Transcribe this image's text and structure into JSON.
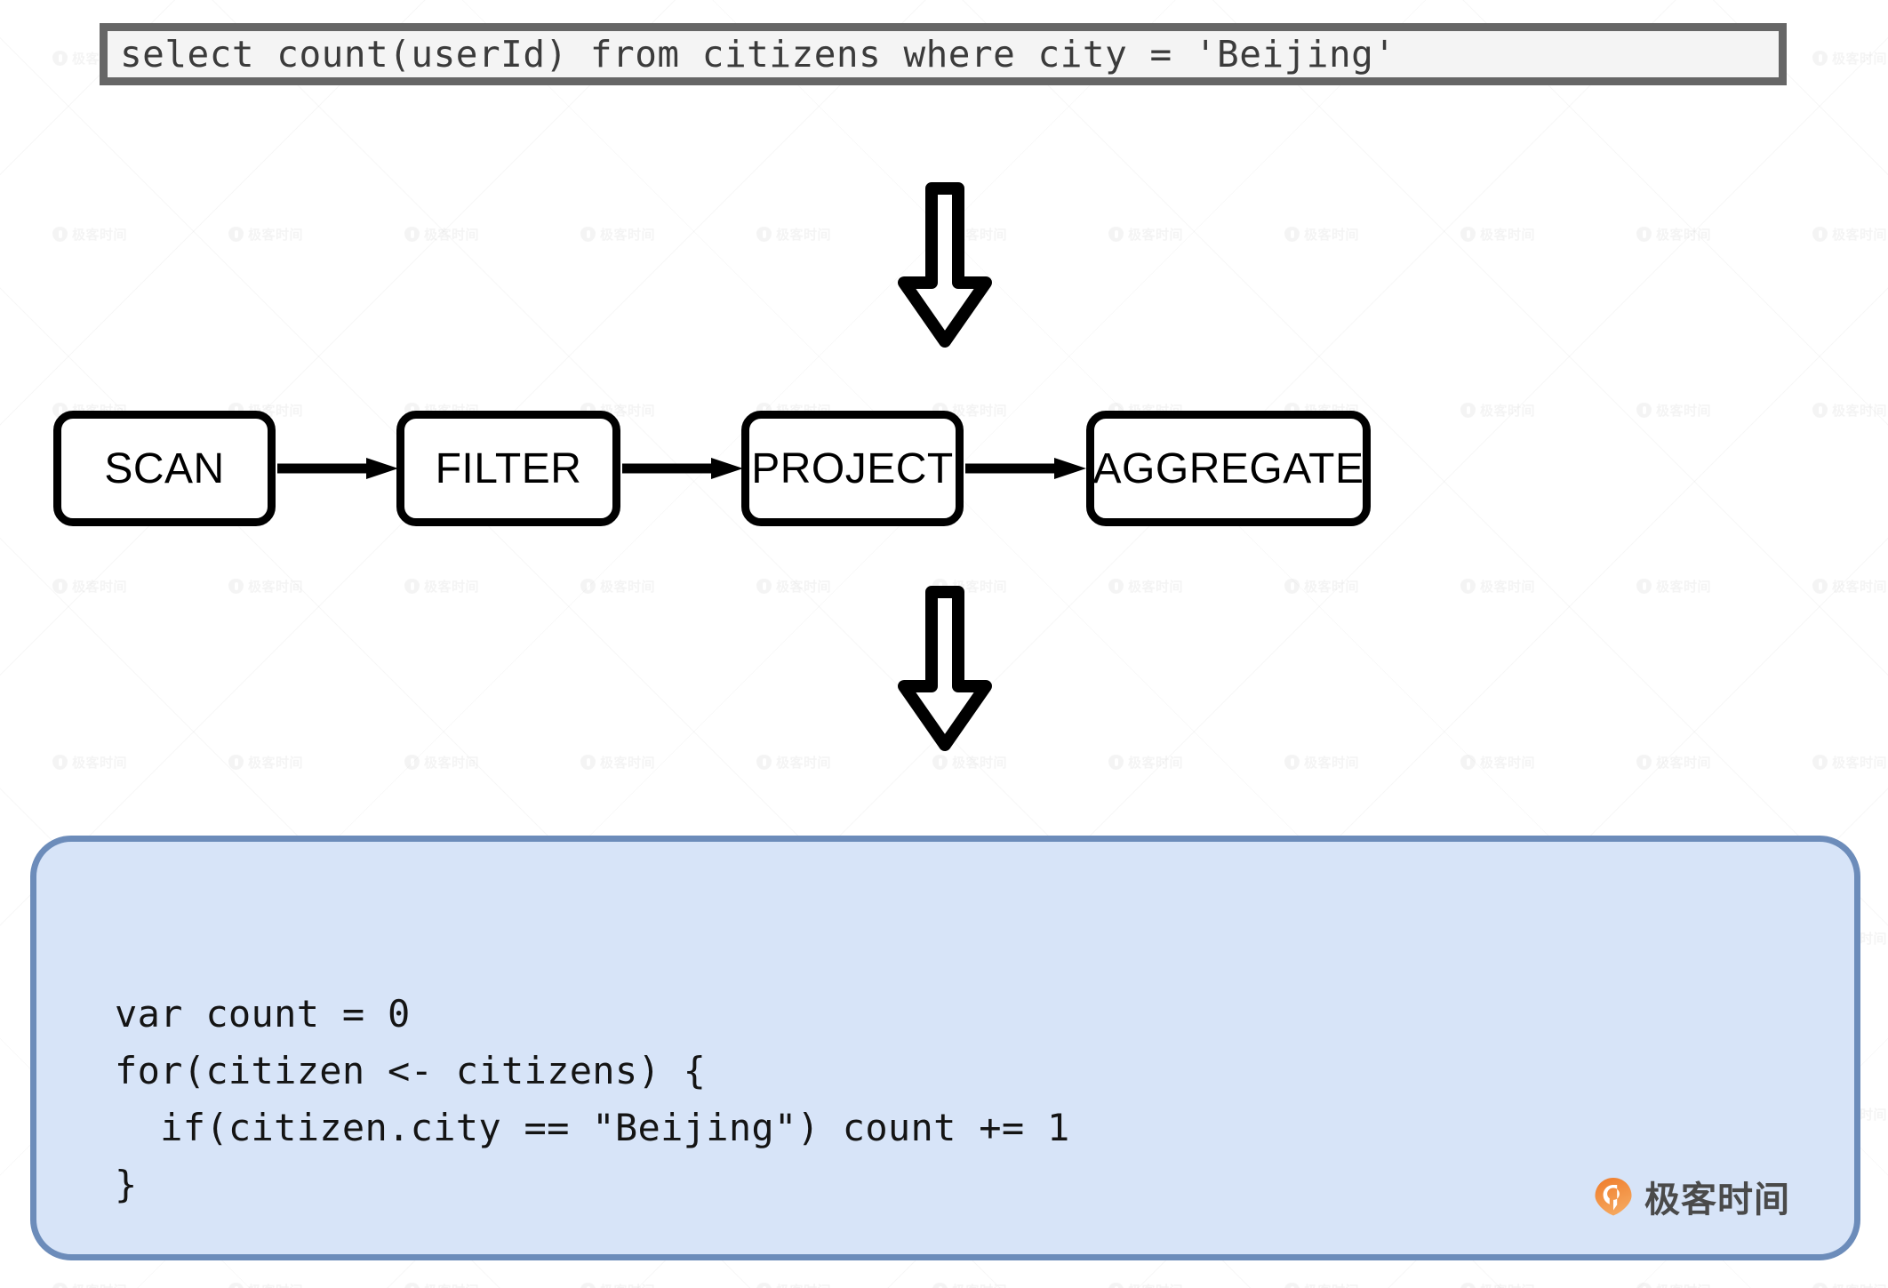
{
  "sql": {
    "query": "select count(userId) from citizens where city = 'Beijing'"
  },
  "flow": {
    "arrow_down_1_name": "arrow-down-sql-to-pipeline",
    "arrow_down_2_name": "arrow-down-pipeline-to-code",
    "stages": [
      {
        "label": "SCAN"
      },
      {
        "label": "FILTER"
      },
      {
        "label": "PROJECT"
      },
      {
        "label": "AGGREGATE"
      }
    ]
  },
  "code": {
    "lines": [
      "var count = 0",
      "for(citizen <- citizens) {",
      "  if(citizen.city == \"Beijing\") count += 1",
      "}"
    ],
    "text": "var count = 0\nfor(citizen <- citizens) {\n  if(citizen.city == \"Beijing\") count += 1\n}"
  },
  "brand": {
    "name": "极客时间",
    "icon": "location-pin-icon"
  },
  "watermark": {
    "text": "极客时间"
  },
  "colors": {
    "sql_border": "#666666",
    "sql_background": "#f4f4f4",
    "sql_text": "#3b3b3b",
    "stage_border": "#000000",
    "stage_background": "#ffffff",
    "code_border": "#6c8cba",
    "code_background": "#d7e4f8",
    "code_text": "#141414",
    "brand_orange": "#f08033",
    "brand_gray": "#4a4a4a"
  }
}
